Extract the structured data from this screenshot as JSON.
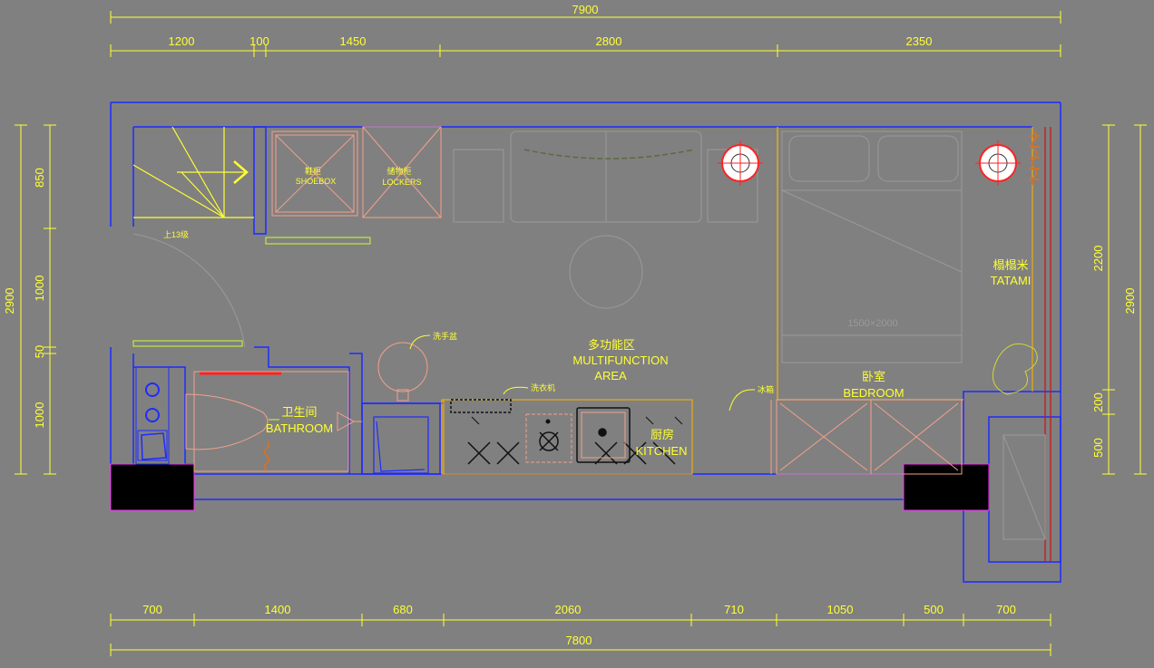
{
  "dimensions": {
    "top_total": "7900",
    "top": [
      "1200",
      "100",
      "1450",
      "2800",
      "2350"
    ],
    "bottom": [
      "700",
      "1400",
      "680",
      "2060",
      "710",
      "1050",
      "500",
      "700"
    ],
    "bottom_total": "7800",
    "left_total": "2900",
    "left": [
      "850",
      "1000",
      "50",
      "1000"
    ],
    "right": [
      "2200",
      "200",
      "500"
    ],
    "right_total": "2900"
  },
  "labels": {
    "shoebox_cn": "鞋柜",
    "shoebox_en": "SHOEBOX",
    "lockers_cn": "储物柜",
    "lockers_en": "LOCKERS",
    "stairs": "上13级",
    "basin": "洗手盆",
    "washer": "洗衣机",
    "fridge": "冰箱",
    "multi_cn": "多功能区",
    "multi_en1": "MULTIFUNCTION",
    "multi_en2": "AREA",
    "bath_cn": "卫生间",
    "bath_en": "BATHROOM",
    "kitchen_cn": "厨房",
    "kitchen_en": "KITCHEN",
    "bed_cn": "卧室",
    "bed_en": "BEDROOM",
    "tatami_cn": "榻榻米",
    "tatami_en": "TATAMI",
    "bed_size": "1500×2000"
  },
  "colors": {
    "background": "#808080",
    "wall": "#1e2bff",
    "dimension": "#ffff33",
    "furniture": "#f3a08a",
    "bed_outline": "#ffb300",
    "appliance": "#111111",
    "column": "#000000"
  }
}
